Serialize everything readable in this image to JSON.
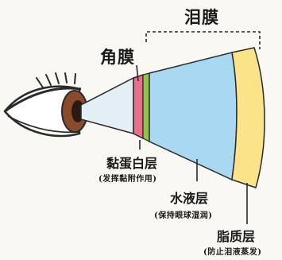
{
  "labels": {
    "tear_film": "泪膜",
    "cornea": "角膜",
    "mucin_layer": "黏蛋白层",
    "mucin_function": "(发挥黏附作用)",
    "aqueous_layer": "水液层",
    "aqueous_function": "(保持眼球湿润)",
    "lipid_layer": "脂质层",
    "lipid_function": "(防止泪液蒸发)"
  },
  "colors": {
    "mucin": "#e8708e",
    "green": "#8fc44a",
    "aqueous": "#a9d8f2",
    "lipid": "#fbe38a",
    "outline": "#2a2a2a",
    "iris": "#8a4b2a"
  }
}
